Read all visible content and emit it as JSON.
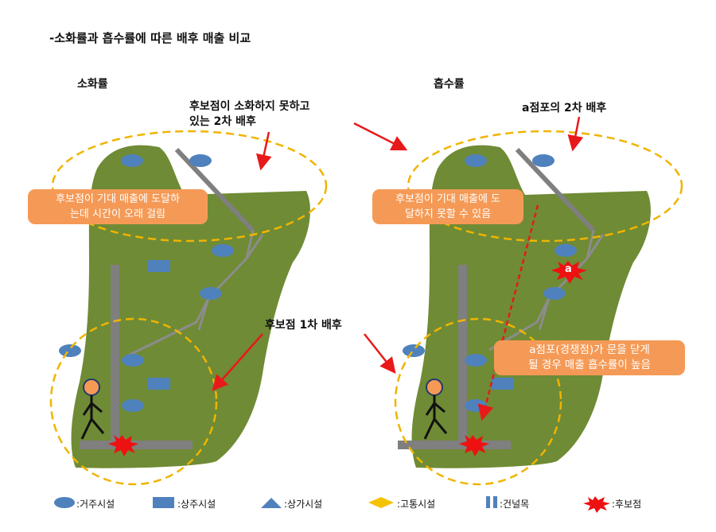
{
  "title": "-소화률과 흡수률에 따른 배후 매출 비교",
  "left_panel": {
    "heading": "소화률",
    "note_secondary": "후보점이 소화하지 못하고\n있는 2차 배후",
    "callout": "후보점이 기대 매출에 도달하\n는데 시간이 오래 걸림",
    "note_primary": "후보점 1차 배후"
  },
  "right_panel": {
    "heading": "흡수률",
    "note_secondary": "a점포의 2차 배후",
    "callout": "후보점이 기대 매출에 도\n달하지 못할 수 있음",
    "callout_competitor": "a점포(경쟁점)가 문을 닫게\n될 경우 매출 흡수률이 높음",
    "competitor_label": "a"
  },
  "legend": [
    {
      "icon": "ellipse-icon",
      "label": ":거주시설"
    },
    {
      "icon": "rectangle-icon",
      "label": ":상주시설"
    },
    {
      "icon": "triangle-icon",
      "label": ":상가시설"
    },
    {
      "icon": "diamond-icon",
      "label": ":고통시설"
    },
    {
      "icon": "double-bar-icon",
      "label": ":건널목"
    },
    {
      "icon": "starburst-icon",
      "label": ":후보점"
    }
  ],
  "colors": {
    "land": "#6f8b35",
    "road": "#7f7f7f",
    "facility": "#4f81bd",
    "dashed_circle": "#f0b400",
    "arrow": "#e8191a",
    "callout": "#f59a56",
    "candidate": "#ee1111"
  }
}
